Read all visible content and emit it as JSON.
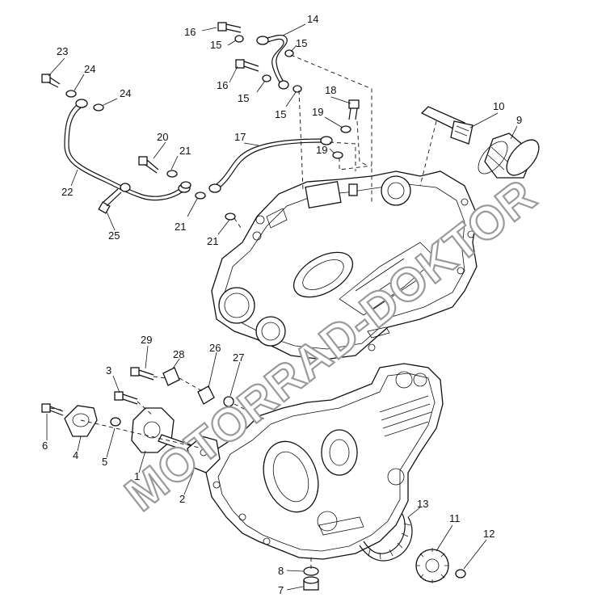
{
  "watermark": "MOTORRAD-DOKTOR",
  "callouts": [
    {
      "id": "1",
      "text": "1"
    },
    {
      "id": "2",
      "text": "2"
    },
    {
      "id": "3",
      "text": "3"
    },
    {
      "id": "4",
      "text": "4"
    },
    {
      "id": "5",
      "text": "5"
    },
    {
      "id": "6",
      "text": "6"
    },
    {
      "id": "7",
      "text": "7"
    },
    {
      "id": "8",
      "text": "8"
    },
    {
      "id": "9",
      "text": "9"
    },
    {
      "id": "10",
      "text": "10"
    },
    {
      "id": "11",
      "text": "11"
    },
    {
      "id": "12",
      "text": "12"
    },
    {
      "id": "13",
      "text": "13"
    },
    {
      "id": "14",
      "text": "14"
    },
    {
      "id": "15",
      "text": "15"
    },
    {
      "id": "16",
      "text": "16"
    },
    {
      "id": "17",
      "text": "17"
    },
    {
      "id": "18",
      "text": "18"
    },
    {
      "id": "19",
      "text": "19"
    },
    {
      "id": "20",
      "text": "20"
    },
    {
      "id": "21",
      "text": "21"
    },
    {
      "id": "22",
      "text": "22"
    },
    {
      "id": "23",
      "text": "23"
    },
    {
      "id": "24",
      "text": "24"
    },
    {
      "id": "25",
      "text": "25"
    },
    {
      "id": "26",
      "text": "26"
    },
    {
      "id": "27",
      "text": "27"
    },
    {
      "id": "28",
      "text": "28"
    },
    {
      "id": "29",
      "text": "29"
    }
  ]
}
